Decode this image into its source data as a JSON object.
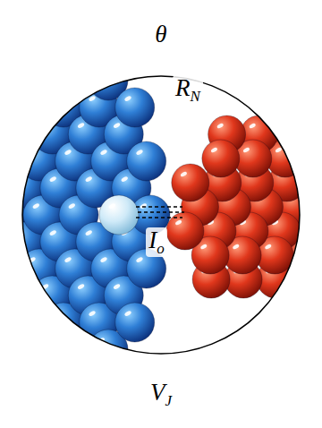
{
  "diagram": {
    "labels": [
      "θ",
      "RN",
      "Io",
      "VJ"
    ]
  }
}
